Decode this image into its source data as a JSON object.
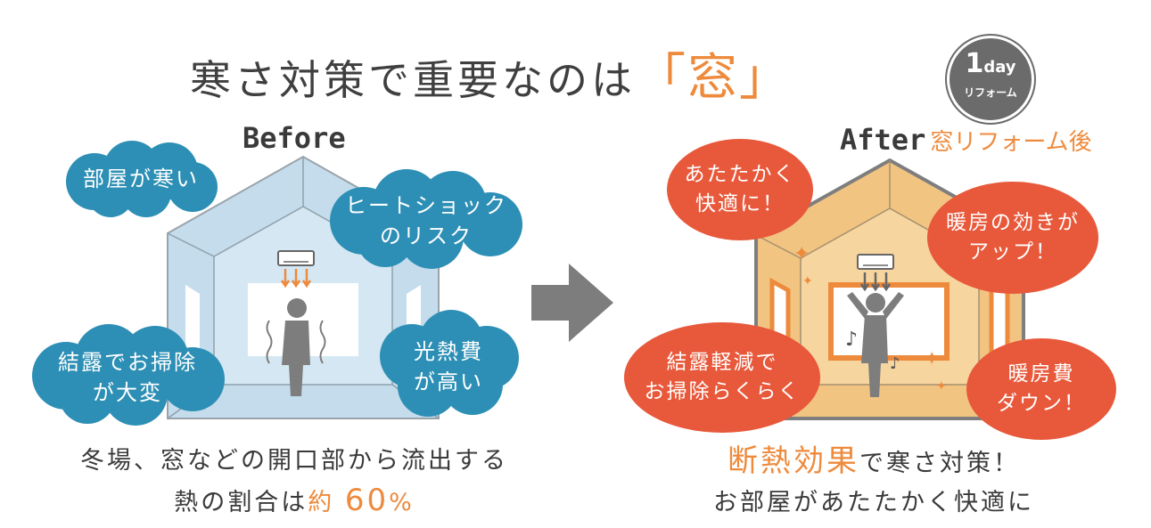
{
  "title": {
    "main": "寒さ対策で重要なのは",
    "accent": "「窓」"
  },
  "badge": {
    "number": "1",
    "unit": "day",
    "sub": "リフォーム"
  },
  "before": {
    "label": "Before",
    "clouds": [
      {
        "line1": "部屋が寒い",
        "line2": ""
      },
      {
        "line1": "ヒートショック",
        "line2": "のリスク"
      },
      {
        "line1": "結露でお掃除",
        "line2": "が大変"
      },
      {
        "line1": "光熱費",
        "line2": "が高い"
      }
    ],
    "caption": {
      "line1": "冬場、窓などの開口部から流出する",
      "line2_prefix": "熱の割合は",
      "line2_accent": "約",
      "line2_value": "60",
      "line2_unit": "%"
    }
  },
  "after": {
    "label": "After",
    "sublabel": "窓リフォーム後",
    "bubbles": [
      {
        "line1": "あたたかく",
        "line2": "快適に！"
      },
      {
        "line1": "暖房の効きが",
        "line2": "アップ！"
      },
      {
        "line1": "結露軽減で",
        "line2": "お掃除らくらく"
      },
      {
        "line1": "暖房費",
        "line2": "ダウン！"
      }
    ],
    "caption": {
      "line1_accent": "断熱効果",
      "line1_rest": "で寒さ対策！",
      "line2": "お部屋があたたかく快適に"
    }
  },
  "colors": {
    "orange": "#ee8a3c",
    "red_bubble": "#e8583a",
    "blue_cloud": "#2d8fb5",
    "before_room": "#bcd9ea",
    "after_room": "#f1c481",
    "arrow": "#7d7d7d"
  }
}
